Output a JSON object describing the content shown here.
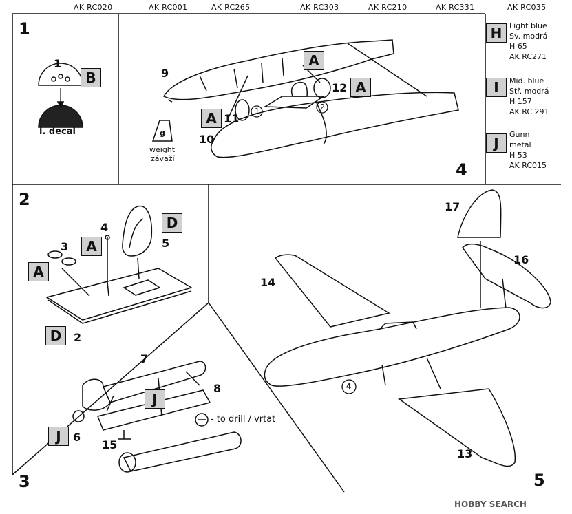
{
  "header_codes": [
    "AK RC020",
    "AK RC001",
    "AK RC265",
    "AK RC303",
    "AK RC210",
    "AK RC331",
    "AK RC035"
  ],
  "steps": {
    "step1": "1",
    "step2": "2",
    "step3": "3",
    "step4": "4",
    "step5": "5"
  },
  "step1_panel": {
    "part_number": "1",
    "box_letter": "B",
    "decal_label": "i. decal"
  },
  "step4_panel": {
    "part_9": "9",
    "part_10": "10",
    "part_11": "11",
    "part_12": "12",
    "box_a1": "A",
    "box_a2": "A",
    "box_a3": "A",
    "circle_1": "1",
    "circle_2": "2",
    "weight_letter": "g",
    "weight_en": "weight",
    "weight_cz": "závaží"
  },
  "legend": [
    {
      "letter": "H",
      "lines": [
        "Light blue",
        "Sv. modrá",
        "H 65",
        "AK RC271"
      ]
    },
    {
      "letter": "I",
      "lines": [
        "Mid. blue",
        "Stř. modrá",
        "H 157",
        "AK RC 291"
      ]
    },
    {
      "letter": "J",
      "lines": [
        "Gunn",
        "metal",
        "H 53",
        "AK RC015"
      ]
    }
  ],
  "step2_panel": {
    "part_2": "2",
    "part_3": "3",
    "part_4": "4",
    "part_5": "5",
    "box_a1": "A",
    "box_a2": "A",
    "box_d1": "D",
    "box_d2": "D"
  },
  "step3_panel": {
    "part_6": "6",
    "part_7": "7",
    "part_8": "8",
    "part_15": "15",
    "box_j1": "J",
    "box_j2": "J",
    "drill_note": "- to drill / vrtat"
  },
  "step5_panel": {
    "part_13": "13",
    "part_14": "14",
    "part_16": "16",
    "part_17": "17",
    "circle_4": "4"
  },
  "watermark": "HOBBY SEARCH"
}
